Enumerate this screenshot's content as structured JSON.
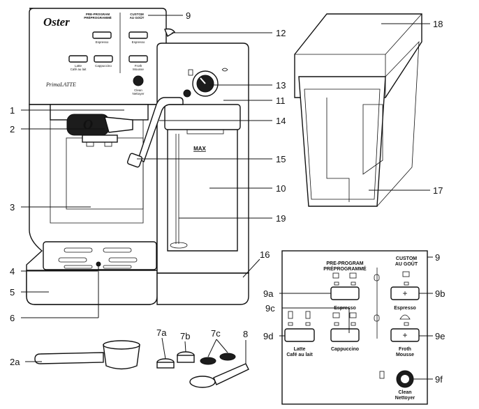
{
  "brand": {
    "logo": "Oster",
    "model": "PrimaLATTE"
  },
  "callouts": {
    "c1": "1",
    "c2": "2",
    "c2a": "2a",
    "c3": "3",
    "c4": "4",
    "c5": "5",
    "c6": "6",
    "c7a": "7a",
    "c7b": "7b",
    "c7c": "7c",
    "c8": "8",
    "c9": "9",
    "c9_panel": "9",
    "c9a": "9a",
    "c9b": "9b",
    "c9c": "9c",
    "c9d": "9d",
    "c9e": "9e",
    "c9f": "9f",
    "c10": "10",
    "c11": "11",
    "c12": "12",
    "c13": "13",
    "c14": "14",
    "c15": "15",
    "c16": "16",
    "c17": "17",
    "c18": "18",
    "c19": "19"
  },
  "reservoir": {
    "max_label": "MAX"
  },
  "mini_panel": {
    "preprogram": [
      "PRE-PROGRAM",
      "PRÉPROGRAMMÉ"
    ],
    "custom": [
      "CUSTOM",
      "AU GOÛT"
    ],
    "espresso": "Espresso",
    "espresso_custom": "Espresso",
    "latte": [
      "Latte",
      "Café au lait"
    ],
    "cappuccino": "Cappuccino",
    "froth": [
      "Froth",
      "Mousse"
    ],
    "clean": [
      "Clean",
      "Nettoyer"
    ]
  },
  "control_panel": {
    "preprogram": [
      "PRE-PROGRAM",
      "PRÉPROGRAMMÉ"
    ],
    "custom": [
      "CUSTOM",
      "AU GOÛT"
    ],
    "espresso_label": "Espresso",
    "espresso_custom_label": "Espresso",
    "custom_symbol": "+",
    "latte_label": [
      "Latte",
      "Café au lait"
    ],
    "cappuccino_label": "Cappuccino",
    "froth_label": [
      "Froth",
      "Mousse"
    ],
    "clean_label": [
      "Clean",
      "Nettoyer"
    ]
  }
}
